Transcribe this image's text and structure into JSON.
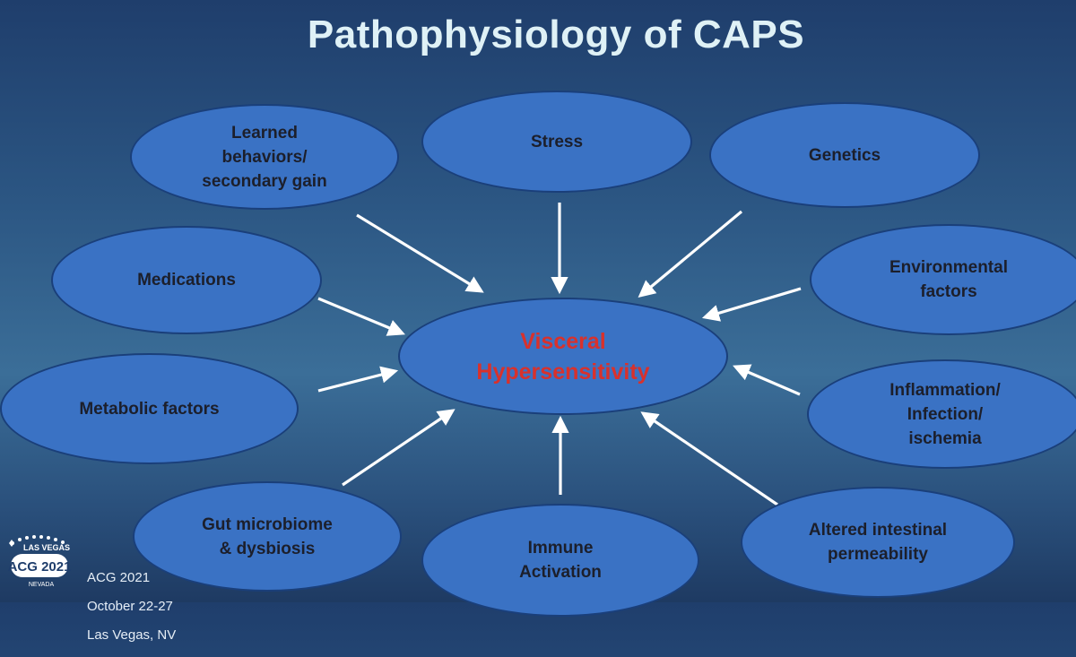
{
  "slide": {
    "title": "Pathophysiology of CAPS"
  },
  "center": {
    "label": "Visceral\nHypersensitivity"
  },
  "factors": {
    "learned": "Learned\nbehaviors/\nsecondary gain",
    "stress": "Stress",
    "genetics": "Genetics",
    "medications": "Medications",
    "environmental": "Environmental\nfactors",
    "metabolic": "Metabolic factors",
    "inflammation": "Inflammation/\nInfection/\nischemia",
    "gut": "Gut microbiome\n& dysbiosis",
    "immune": "Immune\nActivation",
    "permeability": "Altered intestinal\npermeability"
  },
  "footer": {
    "event": "ACG 2021",
    "dates": "October 22-27",
    "location": "Las Vegas, NV",
    "logo_text": "ACG 2021",
    "logo_arc_text": "LAS VEGAS",
    "logo_sub_text": "NEVADA"
  },
  "colors": {
    "bubble_fill": "#3a72c4",
    "center_text": "#d8312c",
    "title_text": "#dff1f6",
    "arrow": "#ffffff"
  }
}
